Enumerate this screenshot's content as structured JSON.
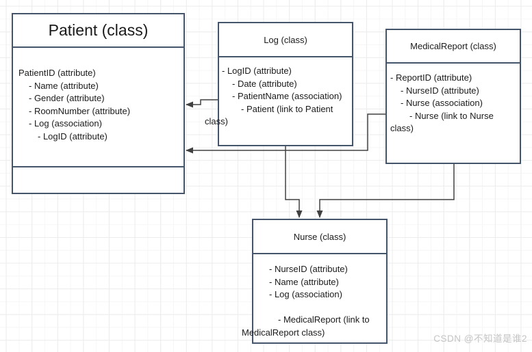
{
  "boxes": [
    {
      "id": "patient",
      "title": "Patient (class)",
      "lines": [
        {
          "text": "PatientID (attribute)",
          "indent": 0
        },
        {
          "text": "- Name (attribute)",
          "indent": 1
        },
        {
          "text": "- Gender (attribute)",
          "indent": 1
        },
        {
          "text": "- RoomNumber (attribute)",
          "indent": 1
        },
        {
          "text": "- Log (association)",
          "indent": 1
        },
        {
          "text": "- LogID (attribute)",
          "indent": 2
        }
      ]
    },
    {
      "id": "log",
      "title": "Log (class)",
      "lines": [
        {
          "text": "- LogID (attribute)",
          "indent": 0
        },
        {
          "text": "- Date (attribute)",
          "indent": 1
        },
        {
          "text": "- PatientName (association)",
          "indent": 1
        },
        {
          "text": "- Patient (link to Patient",
          "indent": 2
        },
        {
          "text": "class)",
          "indent": -1
        }
      ]
    },
    {
      "id": "medicalreport",
      "title": "MedicalReport (class)",
      "lines": [
        {
          "text": "- ReportID (attribute)",
          "indent": 0
        },
        {
          "text": "- NurseID (attribute)",
          "indent": 1
        },
        {
          "text": "- Nurse (association)",
          "indent": 1
        },
        {
          "text": "- Nurse (link to Nurse",
          "indent": 2
        },
        {
          "text": "class)",
          "indent": 0
        }
      ]
    },
    {
      "id": "nurse",
      "title": "Nurse (class)",
      "lines": [
        {
          "text": "- NurseID (attribute)",
          "indent": 1
        },
        {
          "text": "- Name (attribute)",
          "indent": 1
        },
        {
          "text": "- Log (association)",
          "indent": 1
        },
        {
          "text": "",
          "indent": 0
        },
        {
          "text": "- MedicalReport (link to",
          "indent": 2
        },
        {
          "text": "MedicalReport class)",
          "indent": -1
        }
      ]
    }
  ],
  "connectors": [
    {
      "from": "Log (class)",
      "to": "Patient (class)",
      "arrow_into": "Patient right edge"
    },
    {
      "from": "MedicalReport (class)",
      "to": "Patient (class)",
      "arrow_into": "Patient right edge"
    },
    {
      "from": "Log (class)",
      "to": "Nurse (class)",
      "arrow_into": "Nurse top edge"
    },
    {
      "from": "MedicalReport (class)",
      "to": "Nurse (class)",
      "arrow_into": "Nurse top edge"
    }
  ],
  "watermark": "CSDN @不知道是谁2",
  "colors": {
    "box_border": "#44546a",
    "box_fill": "#ffffff",
    "text": "#1a1a1a",
    "connector": "#404040",
    "watermark": "#c4c4c4",
    "grid_minor": "#f6f6f6",
    "grid_major": "#ececec",
    "background": "#ffffff"
  }
}
